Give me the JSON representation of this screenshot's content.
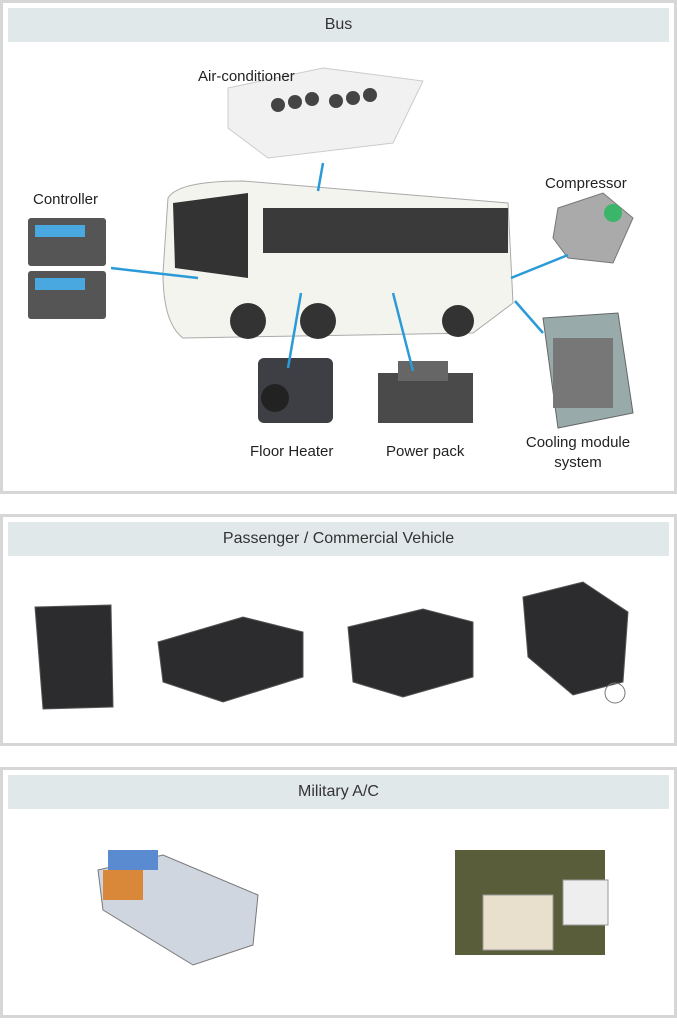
{
  "sections": [
    {
      "title": "Bus",
      "labels": {
        "air_conditioner": "Air-conditioner",
        "controller": "Controller",
        "compressor": "Compressor",
        "floor_heater": "Floor Heater",
        "power_pack": "Power pack",
        "cooling_module": "Cooling module system"
      }
    },
    {
      "title": "Passenger / Commercial Vehicle"
    },
    {
      "title": "Military A/C"
    }
  ],
  "colors": {
    "header_bg": "#e1e8ea",
    "border": "#d6d6d6",
    "leader_line": "#2a9ad8"
  }
}
